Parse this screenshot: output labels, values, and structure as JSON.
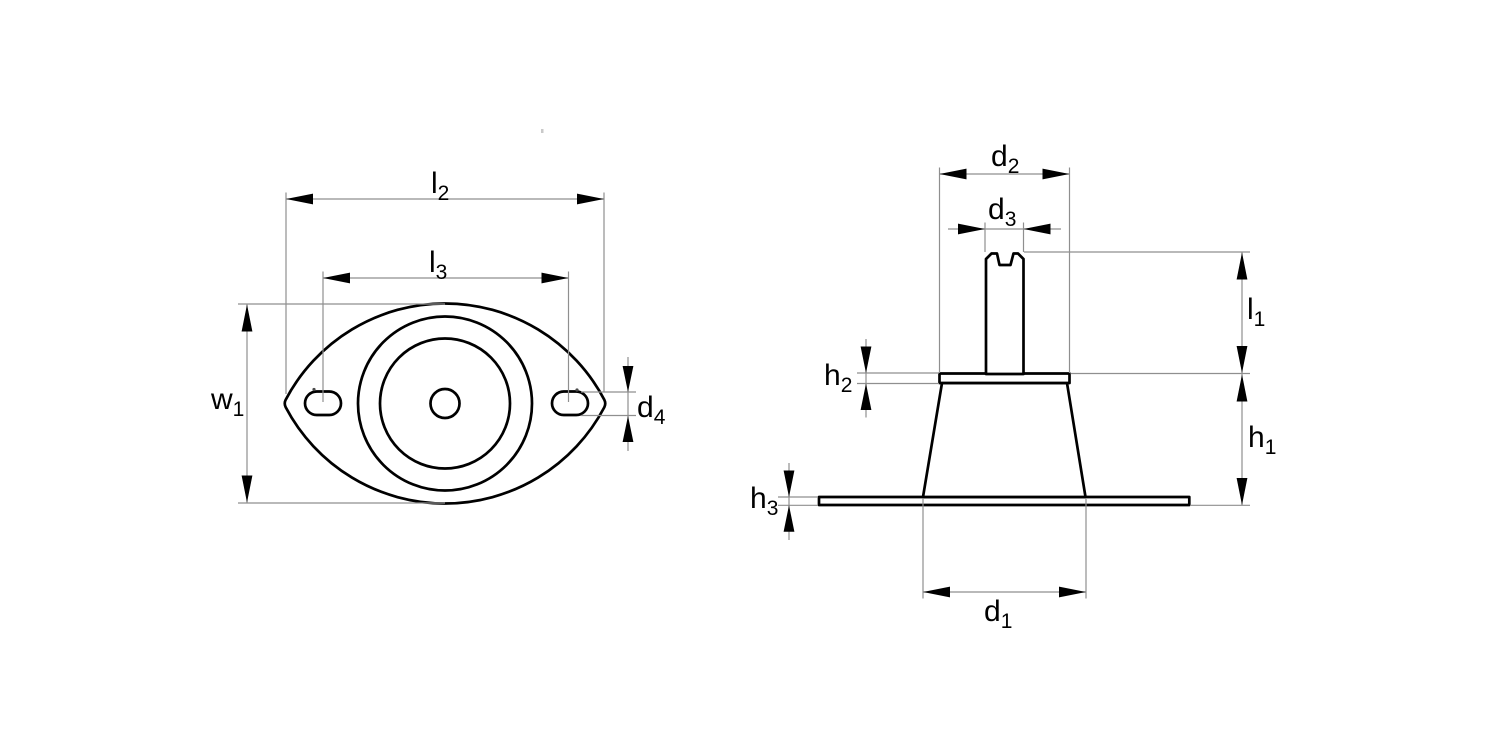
{
  "drawing": {
    "type": "technical-dimension-drawing",
    "subject": "conical anti-vibration mount, top view and side view"
  },
  "colors": {
    "background": "#ffffff",
    "outline": "#000000",
    "dimension_line": "#8f8f8f",
    "arrow": "#000000",
    "text": "#000000"
  },
  "labels": {
    "l2": {
      "main": "l",
      "sub": "2"
    },
    "l3": {
      "main": "l",
      "sub": "3"
    },
    "w1": {
      "main": "w",
      "sub": "1"
    },
    "d4": {
      "main": "d",
      "sub": "4"
    },
    "d2": {
      "main": "d",
      "sub": "2"
    },
    "d3": {
      "main": "d",
      "sub": "3"
    },
    "l1": {
      "main": "l",
      "sub": "1"
    },
    "h2": {
      "main": "h",
      "sub": "2"
    },
    "h1": {
      "main": "h",
      "sub": "1"
    },
    "h3": {
      "main": "h",
      "sub": "3"
    },
    "d1": {
      "main": "d",
      "sub": "1"
    }
  }
}
